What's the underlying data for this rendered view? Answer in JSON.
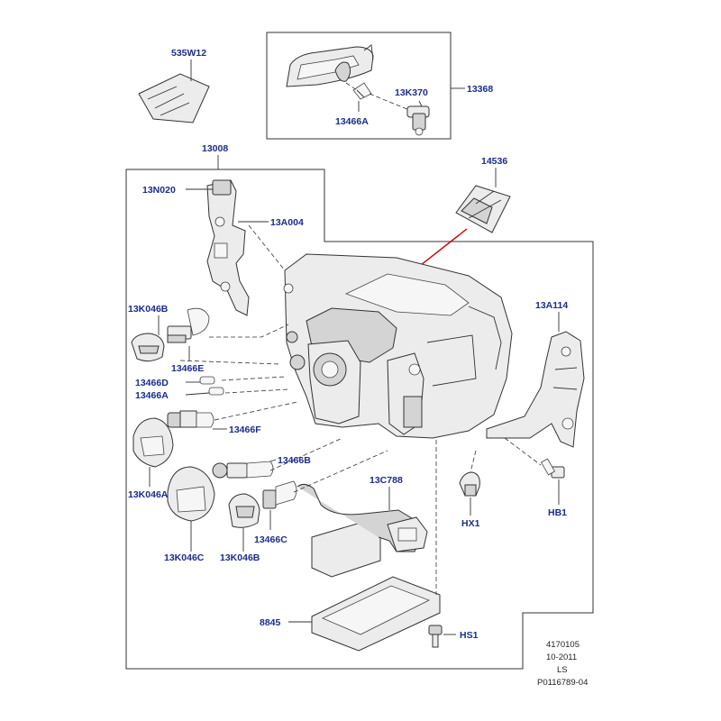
{
  "labels": {
    "p535W12": "535W12",
    "p13368": "13368",
    "p13K370": "13K370",
    "p13466A_top": "13466A",
    "p13008": "13008",
    "p13N020": "13N020",
    "p13A004": "13A004",
    "p14536": "14536",
    "p13K046B_top": "13K046B",
    "p13466E": "13466E",
    "p13466D": "13466D",
    "p13466A_mid": "13466A",
    "p13466F": "13466F",
    "p13466B": "13466B",
    "p13A114": "13A114",
    "p13K046A": "13K046A",
    "p13C788": "13C788",
    "pHX1": "HX1",
    "pHB1": "HB1",
    "p13K046C": "13K046C",
    "p13K046B_bot": "13K046B",
    "p13466C": "13466C",
    "p8845": "8845",
    "pHS1": "HS1"
  },
  "footer": {
    "code": "4170105",
    "date": "10-2011",
    "region": "LS",
    "illustration": "P0116789-04"
  },
  "colors": {
    "label": "#1a2d8a",
    "callout_line": "#d00000",
    "outline": "#333333"
  }
}
